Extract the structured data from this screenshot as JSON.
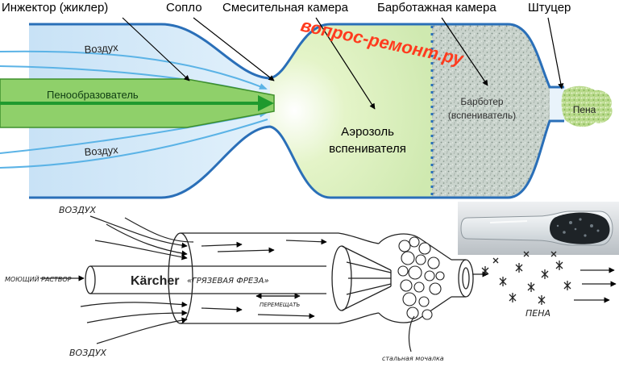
{
  "top_diagram": {
    "labels": {
      "injector": "Инжектор (жиклер)",
      "nozzle": "Сопло",
      "mixing_chamber": "Смесительная камера",
      "bubbling_chamber": "Барботажная камера",
      "fitting": "Штуцер",
      "air_top": "Воздух",
      "foaming_agent": "Пенообразователь",
      "air_bottom": "Воздух",
      "aerosol_line1": "Аэрозоль",
      "aerosol_line2": "вспенивателя",
      "bubbler_line1": "Барботер",
      "bubbler_line2": "(вспениватель)",
      "foam": "Пена"
    },
    "watermark": "вопрос-ремонт.ру",
    "colors": {
      "outline": "#2a6fb8",
      "air_fill": "#cfe6f7",
      "mixing_fill": "#d6efb8",
      "foaming_channel": "#8fd06a",
      "arrow_green": "#1f9a2e",
      "air_arrow": "#5bb3e6",
      "watermark": "#ff3b1e"
    }
  },
  "bottom_diagram": {
    "labels": {
      "air_top": "ВОЗДУХ",
      "washing_solution": "МОЮЩИЙ РАСТВОР",
      "brand": "Kärcher",
      "model": "«ГРЯЗЕВАЯ ФРЕЗА»",
      "move": "ПЕРЕМЕЩАТЬ",
      "air_bottom": "ВОЗДУХ",
      "steel_wool": "стальная мочалка",
      "foam": "ПЕНА"
    }
  }
}
